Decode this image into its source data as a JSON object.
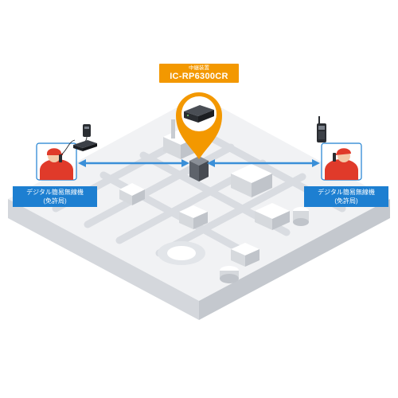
{
  "repeater": {
    "caption": "中継装置",
    "model": "IC-RP6300CR",
    "pin_color": "#f39800"
  },
  "left_station": {
    "label_line1": "デジタル簡易無線機",
    "label_line2": "(免許局)",
    "icon": "mobile-radio-icon"
  },
  "right_station": {
    "label_line1": "デジタル簡易無線機",
    "label_line2": "(免許局)",
    "icon": "handheld-radio-icon"
  },
  "colors": {
    "link_arrow": "#3a8fd8",
    "label_bg": "#1d7fd1",
    "operator_shirt": "#e03a2a",
    "city_base": "#e9ebee"
  }
}
